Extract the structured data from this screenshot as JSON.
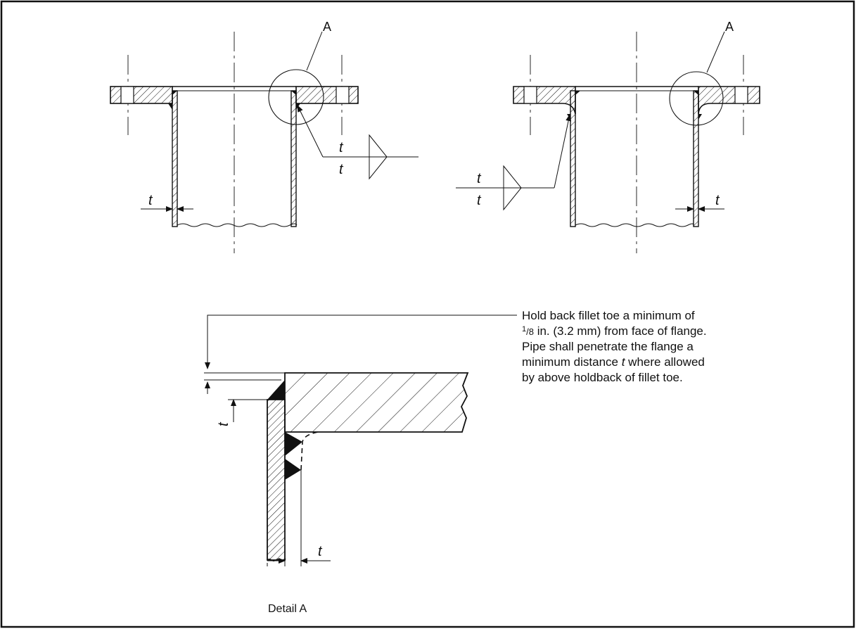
{
  "figure": {
    "detail_label_left": "A",
    "detail_label_right": "A",
    "thickness_symbol": "t",
    "weld_symbol_top": "t",
    "weld_symbol_bottom": "t",
    "note": {
      "line1": "Hold back fillet toe a minimum of",
      "line2_sup": "1",
      "line2_sub": "/8",
      "line2_rest": " in. (3.2 mm) from face of flange.",
      "line3": "Pipe shall penetrate the flange a",
      "line4_pre": "minimum distance ",
      "line4_t": "t",
      "line4_post": "  where allowed",
      "line5": "by above holdback of fillet toe."
    },
    "caption": "Detail A"
  }
}
